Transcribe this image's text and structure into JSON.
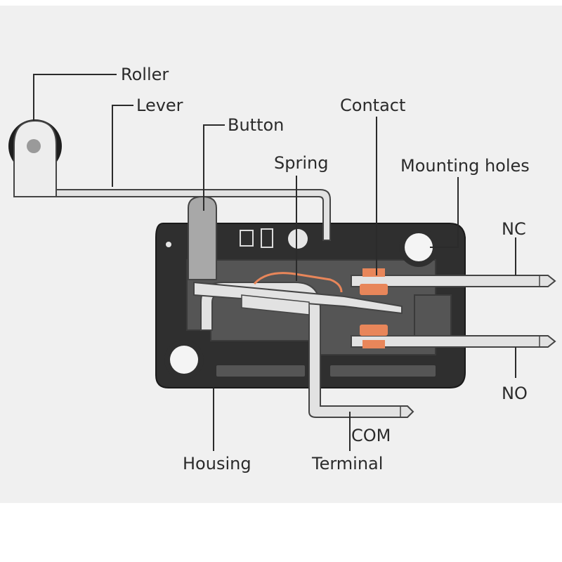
{
  "labels": {
    "roller": "Roller",
    "lever": "Lever",
    "button": "Button",
    "contact": "Contact",
    "spring": "Spring",
    "mounting_holes": "Mounting holes",
    "nc": "NC",
    "no": "NO",
    "com": "COM",
    "terminal": "Terminal",
    "housing": "Housing"
  },
  "colors": {
    "background": "#f0f0f0",
    "housing": "#2f2f2f",
    "housing_inner": "#555555",
    "metal": "#e2e2e2",
    "metal_outline": "#444444",
    "contact": "#e8865a",
    "roller": "#1e1e1e",
    "text": "#2b2b2b"
  }
}
